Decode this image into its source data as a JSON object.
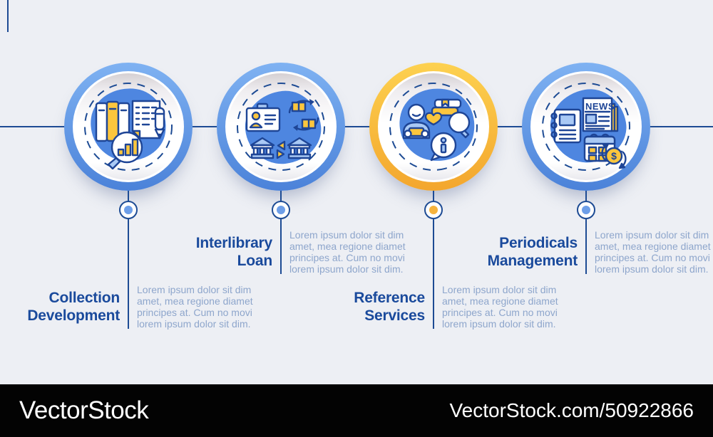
{
  "canvas": {
    "background_color": "#edeff4",
    "timeline_color": "#1d4b94"
  },
  "colors": {
    "title_navy": "#1a4a9c",
    "body_text": "#8ea6cc",
    "ring_blue_top": "#7fb2f2",
    "ring_blue_bottom": "#4b82d9",
    "ring_orange_top": "#fdd150",
    "ring_orange_bottom": "#f3a62d",
    "blob_blue": "#4e86e0",
    "icon_yellow": "#fcc63d",
    "icon_light_blue": "#a9c9f5",
    "dot_blue": "#6d9ee8",
    "dot_yellow": "#f6b33c"
  },
  "steps": [
    {
      "name": "collection-development",
      "title_line1": "Collection",
      "title_line2": "Development",
      "body_lines": [
        "Lorem ipsum dolor sit dim",
        "amet, mea regione diamet",
        "principes at. Cum no movi",
        "lorem ipsum dolor sit dim."
      ],
      "ring_style": "blue",
      "dot_style": "blue",
      "icon": "books-document-analytics-icon"
    },
    {
      "name": "interlibrary-loan",
      "title_line1": "Interlibrary",
      "title_line2": "Loan",
      "body_lines": [
        "Lorem ipsum dolor sit dim",
        "amet, mea regione diamet",
        "principes at. Cum no movi",
        "lorem ipsum dolor sit dim."
      ],
      "ring_style": "blue",
      "dot_style": "blue",
      "icon": "id-card-book-exchange-libraries-icon"
    },
    {
      "name": "reference-services",
      "title_line1": "Reference",
      "title_line2": "Services",
      "body_lines": [
        "Lorem ipsum dolor sit dim",
        "amet, mea regione diamet",
        "principes at. Cum no movi",
        "lorem ipsum dolor sit dim."
      ],
      "ring_style": "orange",
      "dot_style": "yellow",
      "icon": "reader-books-info-bubble-icon"
    },
    {
      "name": "periodicals-management",
      "title_line1": "Periodicals",
      "title_line2": "Management",
      "body_lines": [
        "Lorem ipsum dolor sit dim",
        "amet, mea regione diamet",
        "principes at. Cum no movi",
        "lorem ipsum dolor sit dim."
      ],
      "ring_style": "blue",
      "dot_style": "blue",
      "icon": "notebook-news-calendar-icon",
      "news_label": "NEWS",
      "coin_symbol": "$"
    }
  ],
  "watermark": {
    "logo": "VectorStock",
    "url": "VectorStock.com/50922866"
  }
}
